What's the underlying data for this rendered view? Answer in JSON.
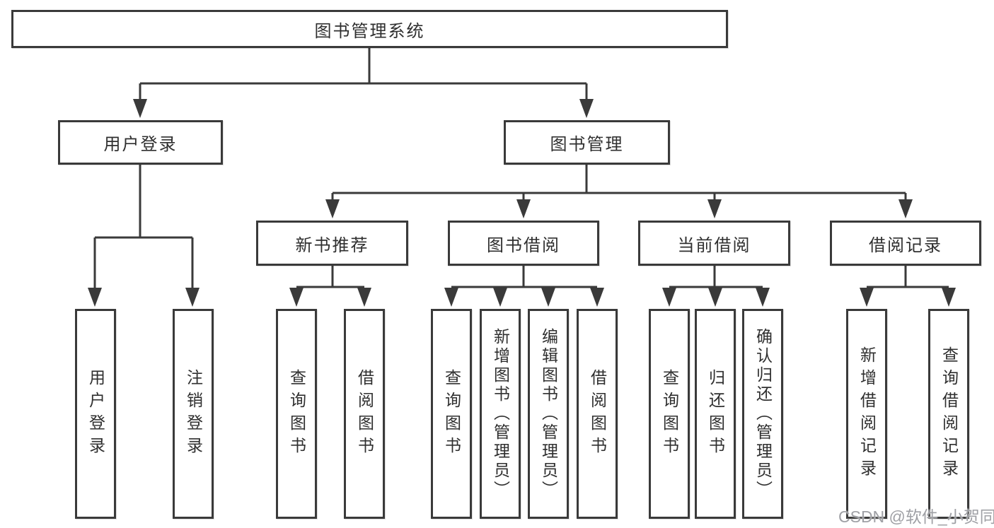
{
  "tree": {
    "label": "图书管理系统",
    "children": [
      {
        "label": "用户登录",
        "children": [
          {
            "label": "用户登录"
          },
          {
            "label": "注销登录"
          }
        ]
      },
      {
        "label": "图书管理",
        "children": [
          {
            "label": "新书推荐",
            "children": [
              {
                "label": "查询图书"
              },
              {
                "label": "借阅图书"
              }
            ]
          },
          {
            "label": "图书借阅",
            "children": [
              {
                "label": "查询图书"
              },
              {
                "label": "新增图书（管理员）"
              },
              {
                "label": "编辑图书（管理员）"
              },
              {
                "label": "借阅图书"
              }
            ]
          },
          {
            "label": "当前借阅",
            "children": [
              {
                "label": "查询图书"
              },
              {
                "label": "归还图书"
              },
              {
                "label": "确认归还（管理员）"
              }
            ]
          },
          {
            "label": "借阅记录",
            "children": [
              {
                "label": "新增借阅记录"
              },
              {
                "label": "查询借阅记录"
              }
            ]
          }
        ]
      }
    ]
  },
  "watermark": "CSDN @软件_小贺同学",
  "colors": {
    "line": "#3a3a3a",
    "node_border": "#3a3a3a",
    "text": "#2f2f2f",
    "watermark": "#9fa0a5",
    "background": "#ffffff"
  }
}
